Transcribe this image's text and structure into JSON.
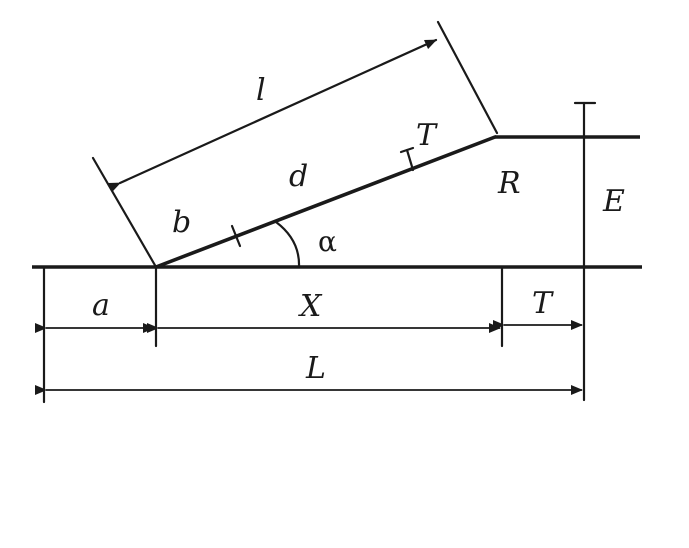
{
  "diagram": {
    "labels": {
      "l": "l",
      "T_slope": "T",
      "d": "d",
      "b": "b",
      "R": "R",
      "E": "E",
      "alpha": "α",
      "a": "a",
      "X": "X",
      "T_bottom": "T",
      "L": "L"
    },
    "colors": {
      "ink": "#1a1a1a",
      "background": "#ffffff"
    }
  }
}
